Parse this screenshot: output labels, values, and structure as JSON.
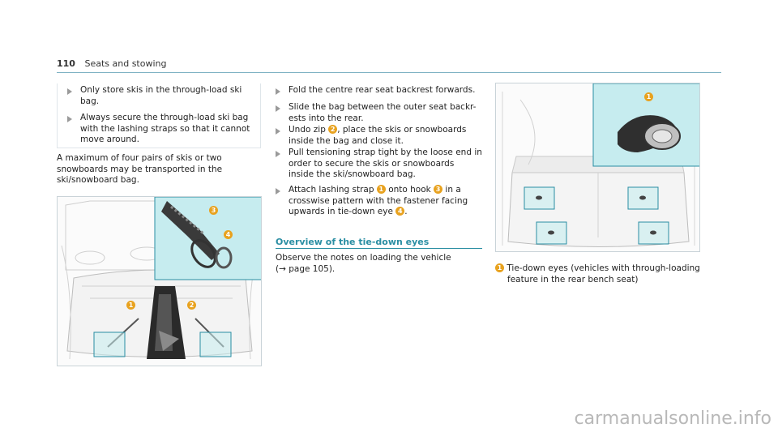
{
  "header": {
    "page_number": "110",
    "section": "Seats and stowing"
  },
  "left_notes": [
    "Only store skis in the through-load ski bag.",
    "Always secure the through-load ski bag with the lashing straps so that it cannot move around."
  ],
  "left_paragraph": "A maximum of four pairs of skis or two snowboards may be transported in the ski/snowboard bag.",
  "middle_steps": {
    "s1": "Fold the centre rear seat backrest forwards.",
    "s2a": "Slide the bag between the outer seat backr-",
    "s2b": "ests into the rear.",
    "s3a": "Undo zip",
    "s3b": ", place the skis or snowboards",
    "s3c": "inside the bag and close it.",
    "s4a": "Pull tensioning strap tight by the loose end in",
    "s4b": "order to secure the skis or snowboards",
    "s4c": "inside the ski/snowboard bag.",
    "s5a": "Attach lashing strap",
    "s5b": "onto hook",
    "s5c": "in a",
    "s5d": "crosswise pattern with the fastener facing",
    "s5e": "upwards in tie-down eye",
    "s5f": "."
  },
  "section_title": "Overview of the tie-down eyes",
  "section_text": {
    "l1": "Observe the notes on loading the vehicle",
    "l2": "(→ page 105)."
  },
  "legend": {
    "num": "1",
    "l1": "Tie-down eyes (vehicles with through-loading",
    "l2": "feature in the rear bench seat)"
  },
  "callout_numbers": {
    "one": "1",
    "two": "2",
    "three": "3",
    "four": "4"
  },
  "colors": {
    "accent": "#2a8ea3",
    "callout": "#e8a21f",
    "highlight": "#c6ecef",
    "rule": "#7fb3c4"
  },
  "watermark": "carmanualsonline.info"
}
